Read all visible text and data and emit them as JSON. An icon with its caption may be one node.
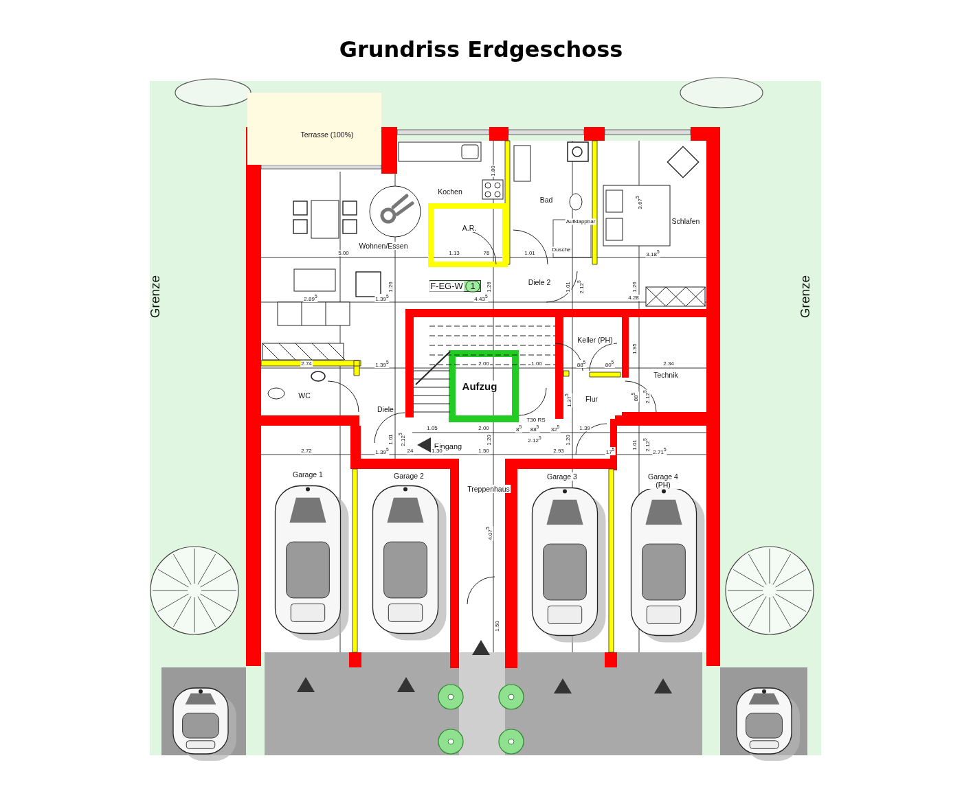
{
  "diagram": {
    "title": "Grundriss Erdgeschoss",
    "nodes": [
      {
        "text": [
          "Terrasse (100%)"
        ]
      },
      {
        "text": [
          "Kochen"
        ]
      },
      {
        "text": [
          "A.R."
        ]
      },
      {
        "text": [
          "Bad"
        ]
      },
      {
        "text": [
          "Schlafen"
        ]
      },
      {
        "text": [
          "Wohnen/Essen"
        ]
      },
      {
        "text": [
          "F-EG-W",
          "1"
        ]
      },
      {
        "text": [
          "Diele 2"
        ]
      },
      {
        "text": [
          "WC"
        ]
      },
      {
        "text": [
          "Diele"
        ]
      },
      {
        "text": [
          "Aufzug"
        ]
      },
      {
        "text": [
          "Keller (PH)"
        ]
      },
      {
        "text": [
          "Flur"
        ]
      },
      {
        "text": [
          "Technik"
        ]
      },
      {
        "text": [
          "Garage 1"
        ]
      },
      {
        "text": [
          "Garage 2"
        ]
      },
      {
        "text": [
          "Treppenhaus"
        ]
      },
      {
        "text": [
          "Garage 3"
        ]
      },
      {
        "text": [
          "Garage 4 (PH)"
        ]
      }
    ],
    "labels": [
      "1.80",
      "Aufklappbar",
      "3.67$^{5}$",
      "Dusche",
      "5.00",
      "1.13",
      "76",
      "1.01",
      "3.18$^{5}$",
      "1.26",
      "1.26",
      "1.01",
      "2.12$^{5}$",
      "1.26",
      "Grenze",
      "Grenze",
      "2.89$^{5}$",
      "1.39$^{5}$",
      "4.43$^{5}$",
      "4.28",
      "1.95",
      "2.74",
      "1.39$^{5}$",
      "2.00",
      "1.00",
      "88$^{5}$",
      "80$^{5}$",
      "2.34",
      "1.37$^{5}$",
      "88$^{5}$",
      "2.12$^{5}$",
      "T30 RS",
      "1.05",
      "2.00",
      "8$^{5}$",
      "88$^{5}$",
      "32$^{5}$",
      "1.39",
      "2.12$^{5}$",
      "1.01",
      "2.12$^{5}$",
      "1.20",
      "1.20",
      "1.01",
      "2.12$^{5}$",
      "Eingang",
      "2.72",
      "1.39$^{5}$",
      "24",
      "1.30",
      "1.50",
      "2.93",
      "17$^{5}$",
      "2.71$^{5}$",
      "4.07$^{5}$",
      "1.50"
    ]
  }
}
